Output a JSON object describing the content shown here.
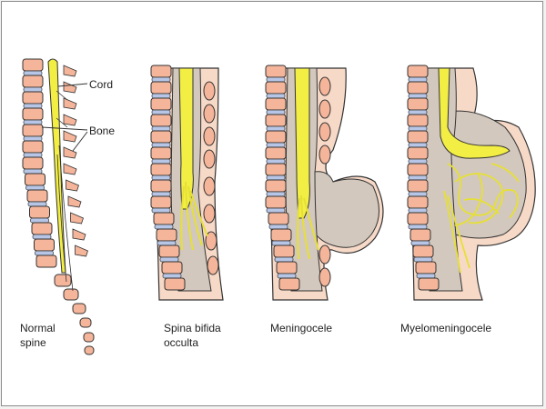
{
  "labels": {
    "cord": "Cord",
    "bone": "Bone"
  },
  "captions": {
    "normal": [
      "Normal",
      "spine"
    ],
    "occulta": [
      "Spina bifida",
      "occulta"
    ],
    "meningocele": [
      "Meningocele"
    ],
    "myelomeningocele": [
      "Myelomeningocele"
    ]
  },
  "colors": {
    "vertebra": "#f5b59a",
    "disc": "#b7c6e6",
    "cord": "#f2ee44",
    "skin": "#f7d9c7",
    "membrane": "#d3c8be",
    "outline": "#333333"
  }
}
